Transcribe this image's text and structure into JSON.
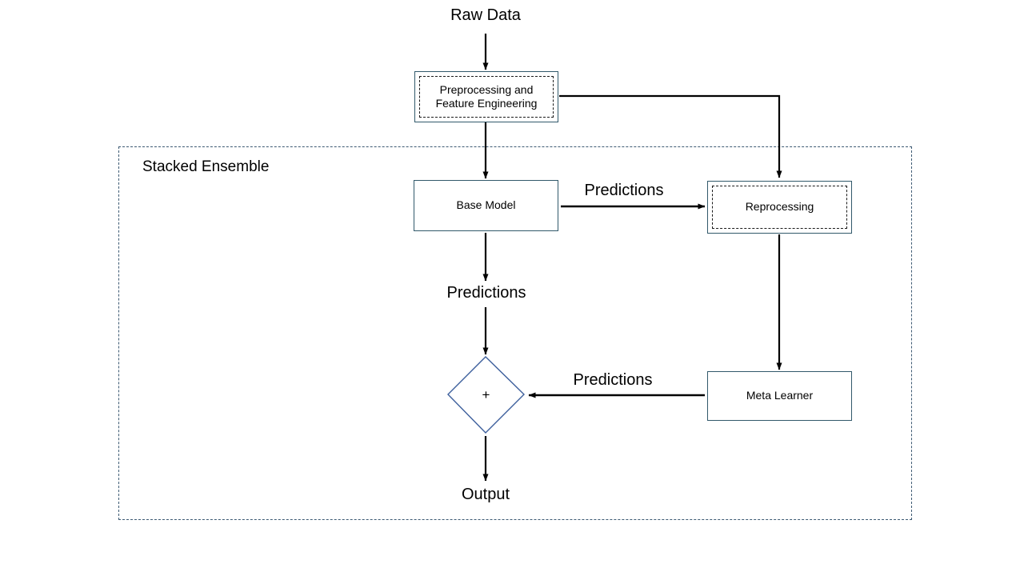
{
  "diagram": {
    "title_text": "Raw Data",
    "output_text": "Output",
    "group": {
      "label": "Stacked Ensemble"
    },
    "nodes": {
      "preprocessing": {
        "label": "Preprocessing and\nFeature Engineering"
      },
      "base_model": {
        "label": "Base Model"
      },
      "reprocessing": {
        "label": "Reprocessing"
      },
      "meta_learner": {
        "label": "Meta Learner"
      },
      "combiner": {
        "label": "+"
      }
    },
    "edge_labels": {
      "base_to_reprocessing": "Predictions",
      "base_down": "Predictions",
      "meta_to_combiner": "Predictions"
    },
    "colors": {
      "box_border": "#31596b",
      "inner_dash": "#1a1a1a",
      "group_border": "#3d5a73",
      "diamond_border": "#3d5f9c",
      "arrow": "#000000",
      "text": "#000000",
      "background": "#ffffff"
    }
  }
}
